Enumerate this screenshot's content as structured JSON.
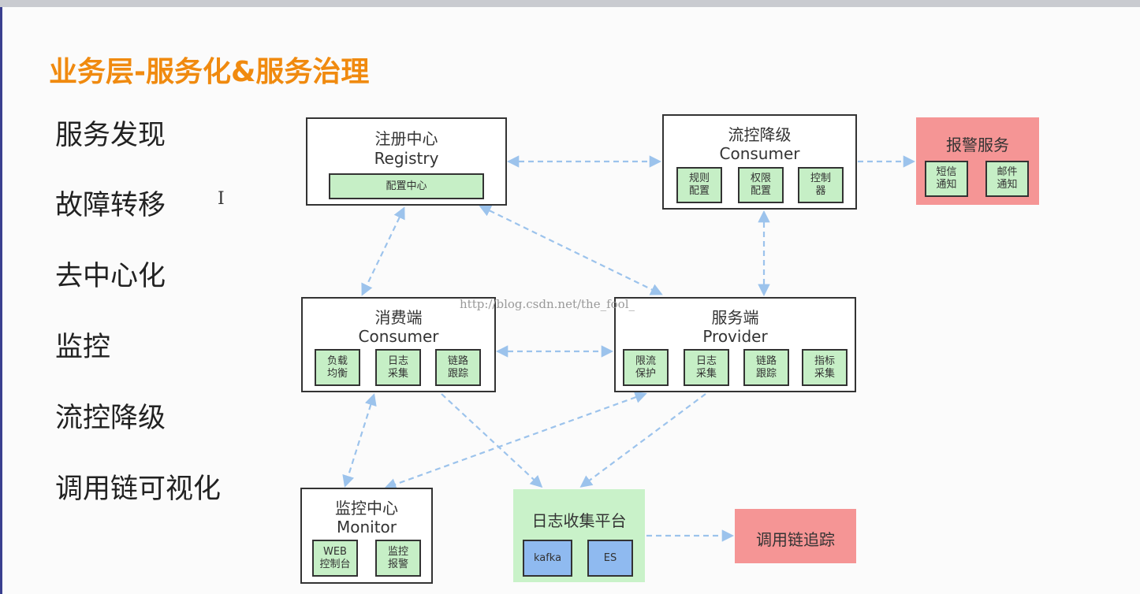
{
  "title": "业务层-服务化&服务治理",
  "bullets": [
    "服务发现",
    "故障转移",
    "去中心化",
    "监控",
    "流控降级",
    "调用链可视化"
  ],
  "watermark": "http://blog.csdn.net/the_fool_",
  "registry": {
    "title": "注册中心",
    "subtitle": "Registry",
    "items": [
      "配置中心"
    ]
  },
  "flow_control": {
    "title": "流控降级",
    "subtitle": "Consumer",
    "items": [
      "规则\n配置",
      "权限\n配置",
      "控制\n器"
    ]
  },
  "alarm": {
    "title": "报警服务",
    "items": [
      "短信\n通知",
      "邮件\n通知"
    ]
  },
  "consumer": {
    "title": "消费端",
    "subtitle": "Consumer",
    "items": [
      "负载\n均衡",
      "日志\n采集",
      "链路\n跟踪"
    ]
  },
  "provider": {
    "title": "服务端",
    "subtitle": "Provider",
    "items": [
      "限流\n保护",
      "日志\n采集",
      "链路\n跟踪",
      "指标\n采集"
    ]
  },
  "monitor": {
    "title": "监控中心",
    "subtitle": "Monitor",
    "items": [
      "WEB\n控制台",
      "监控\n报警"
    ]
  },
  "log_platform": {
    "title": "日志收集平台",
    "items": [
      "kafka",
      "ES"
    ]
  },
  "trace": {
    "title": "调用链追踪"
  },
  "colors": {
    "title": "#f08a0f",
    "module_green": "#c6efc6",
    "storage_blue": "#8fbaf0",
    "alarm_red": "#f59595",
    "arrow_blue": "#9cc3ec"
  }
}
